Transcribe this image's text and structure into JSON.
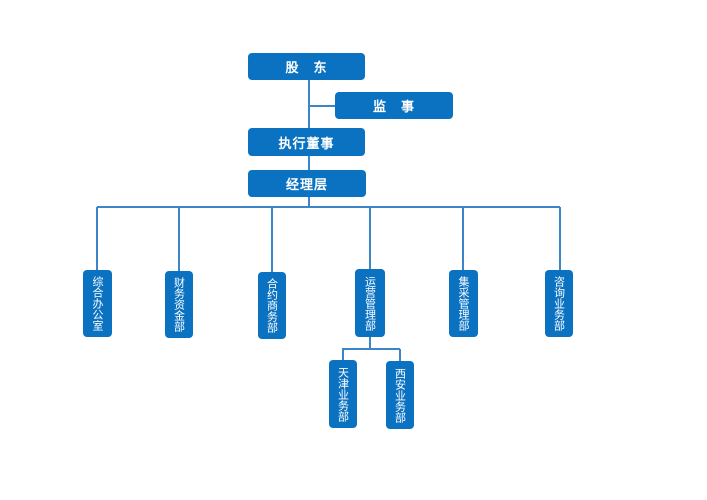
{
  "colors": {
    "box": "#0b72c2",
    "line": "#3a86c8",
    "text": "#ffffff"
  },
  "top": {
    "shareholders": "股　东",
    "supervisor": "监　事",
    "executive_director": "执行董事",
    "management": "经理层"
  },
  "departments": [
    "综合办公室",
    "财务资金部",
    "合约商务部",
    "运营管理部",
    "集采管理部",
    "咨询业务部"
  ],
  "sub_departments": [
    "天津业务部",
    "西安业务部"
  ]
}
